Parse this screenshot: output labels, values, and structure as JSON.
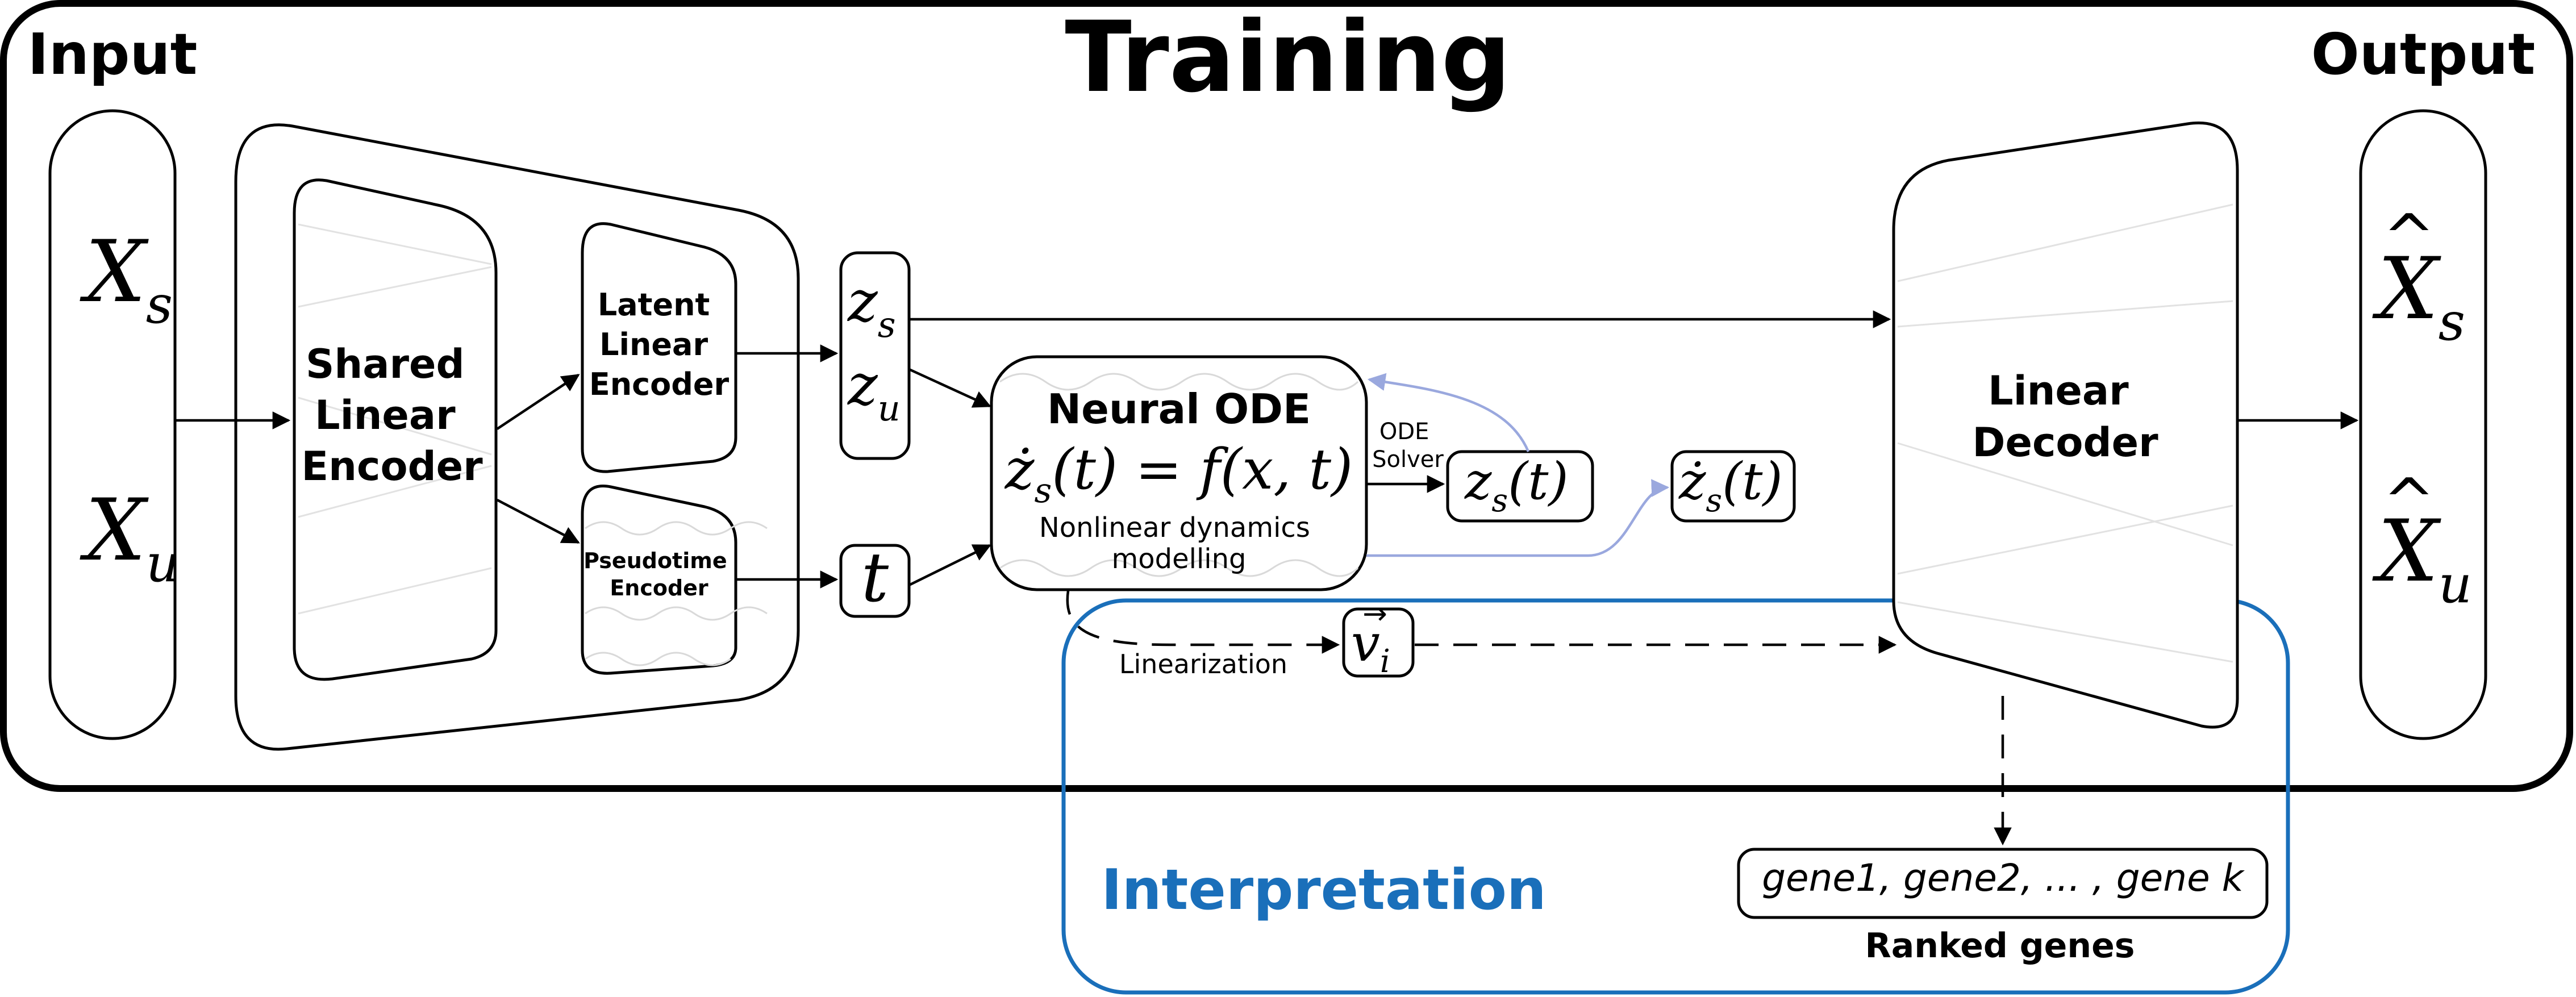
{
  "title": "Training",
  "input": {
    "label": "Input",
    "x_s": "X",
    "x_s_sub": "s",
    "x_u": "X",
    "x_u_sub": "u"
  },
  "output": {
    "label": "Output",
    "x_s": "X",
    "x_s_sub": "s",
    "x_u": "X",
    "x_u_sub": "u",
    "hat": "^"
  },
  "encoder": {
    "shared_line1": "Shared",
    "shared_line2": "Linear",
    "shared_line3": "Encoder",
    "latent_line1": "Latent",
    "latent_line2": "Linear",
    "latent_line3": "Encoder",
    "pseudo_line1": "Pseudotime",
    "pseudo_line2": "Encoder"
  },
  "latent": {
    "z": "z",
    "s": "s",
    "u": "u",
    "t": "t"
  },
  "ode": {
    "title": "Neural ODE",
    "equation_rhs": " = f(x, t)",
    "equation_lhs": "ż",
    "equation_lhs_rest": "(t)",
    "caption_line1": "Nonlinear dynamics",
    "caption_line2": "modelling"
  },
  "solver": {
    "line1": "ODE",
    "line2": "Solver"
  },
  "zs_t": {
    "z": "z",
    "sub": "s",
    "arg": "(t)"
  },
  "zsdot_t": {
    "z": "ż",
    "sub": "s",
    "arg": "(t)"
  },
  "velocity": {
    "v": "v",
    "sub": "i",
    "arrow": "→"
  },
  "linearization": "Linearization",
  "decoder": {
    "line1": "Linear",
    "line2": "Decoder"
  },
  "interpretation": "Interpretation",
  "genes": {
    "list": "gene1, gene2, ... , gene k",
    "caption": "Ranked genes"
  },
  "colors": {
    "interpretation_blue": "#1a6fba",
    "solver_arrows": "#9aa8de",
    "outline": "#000000"
  }
}
